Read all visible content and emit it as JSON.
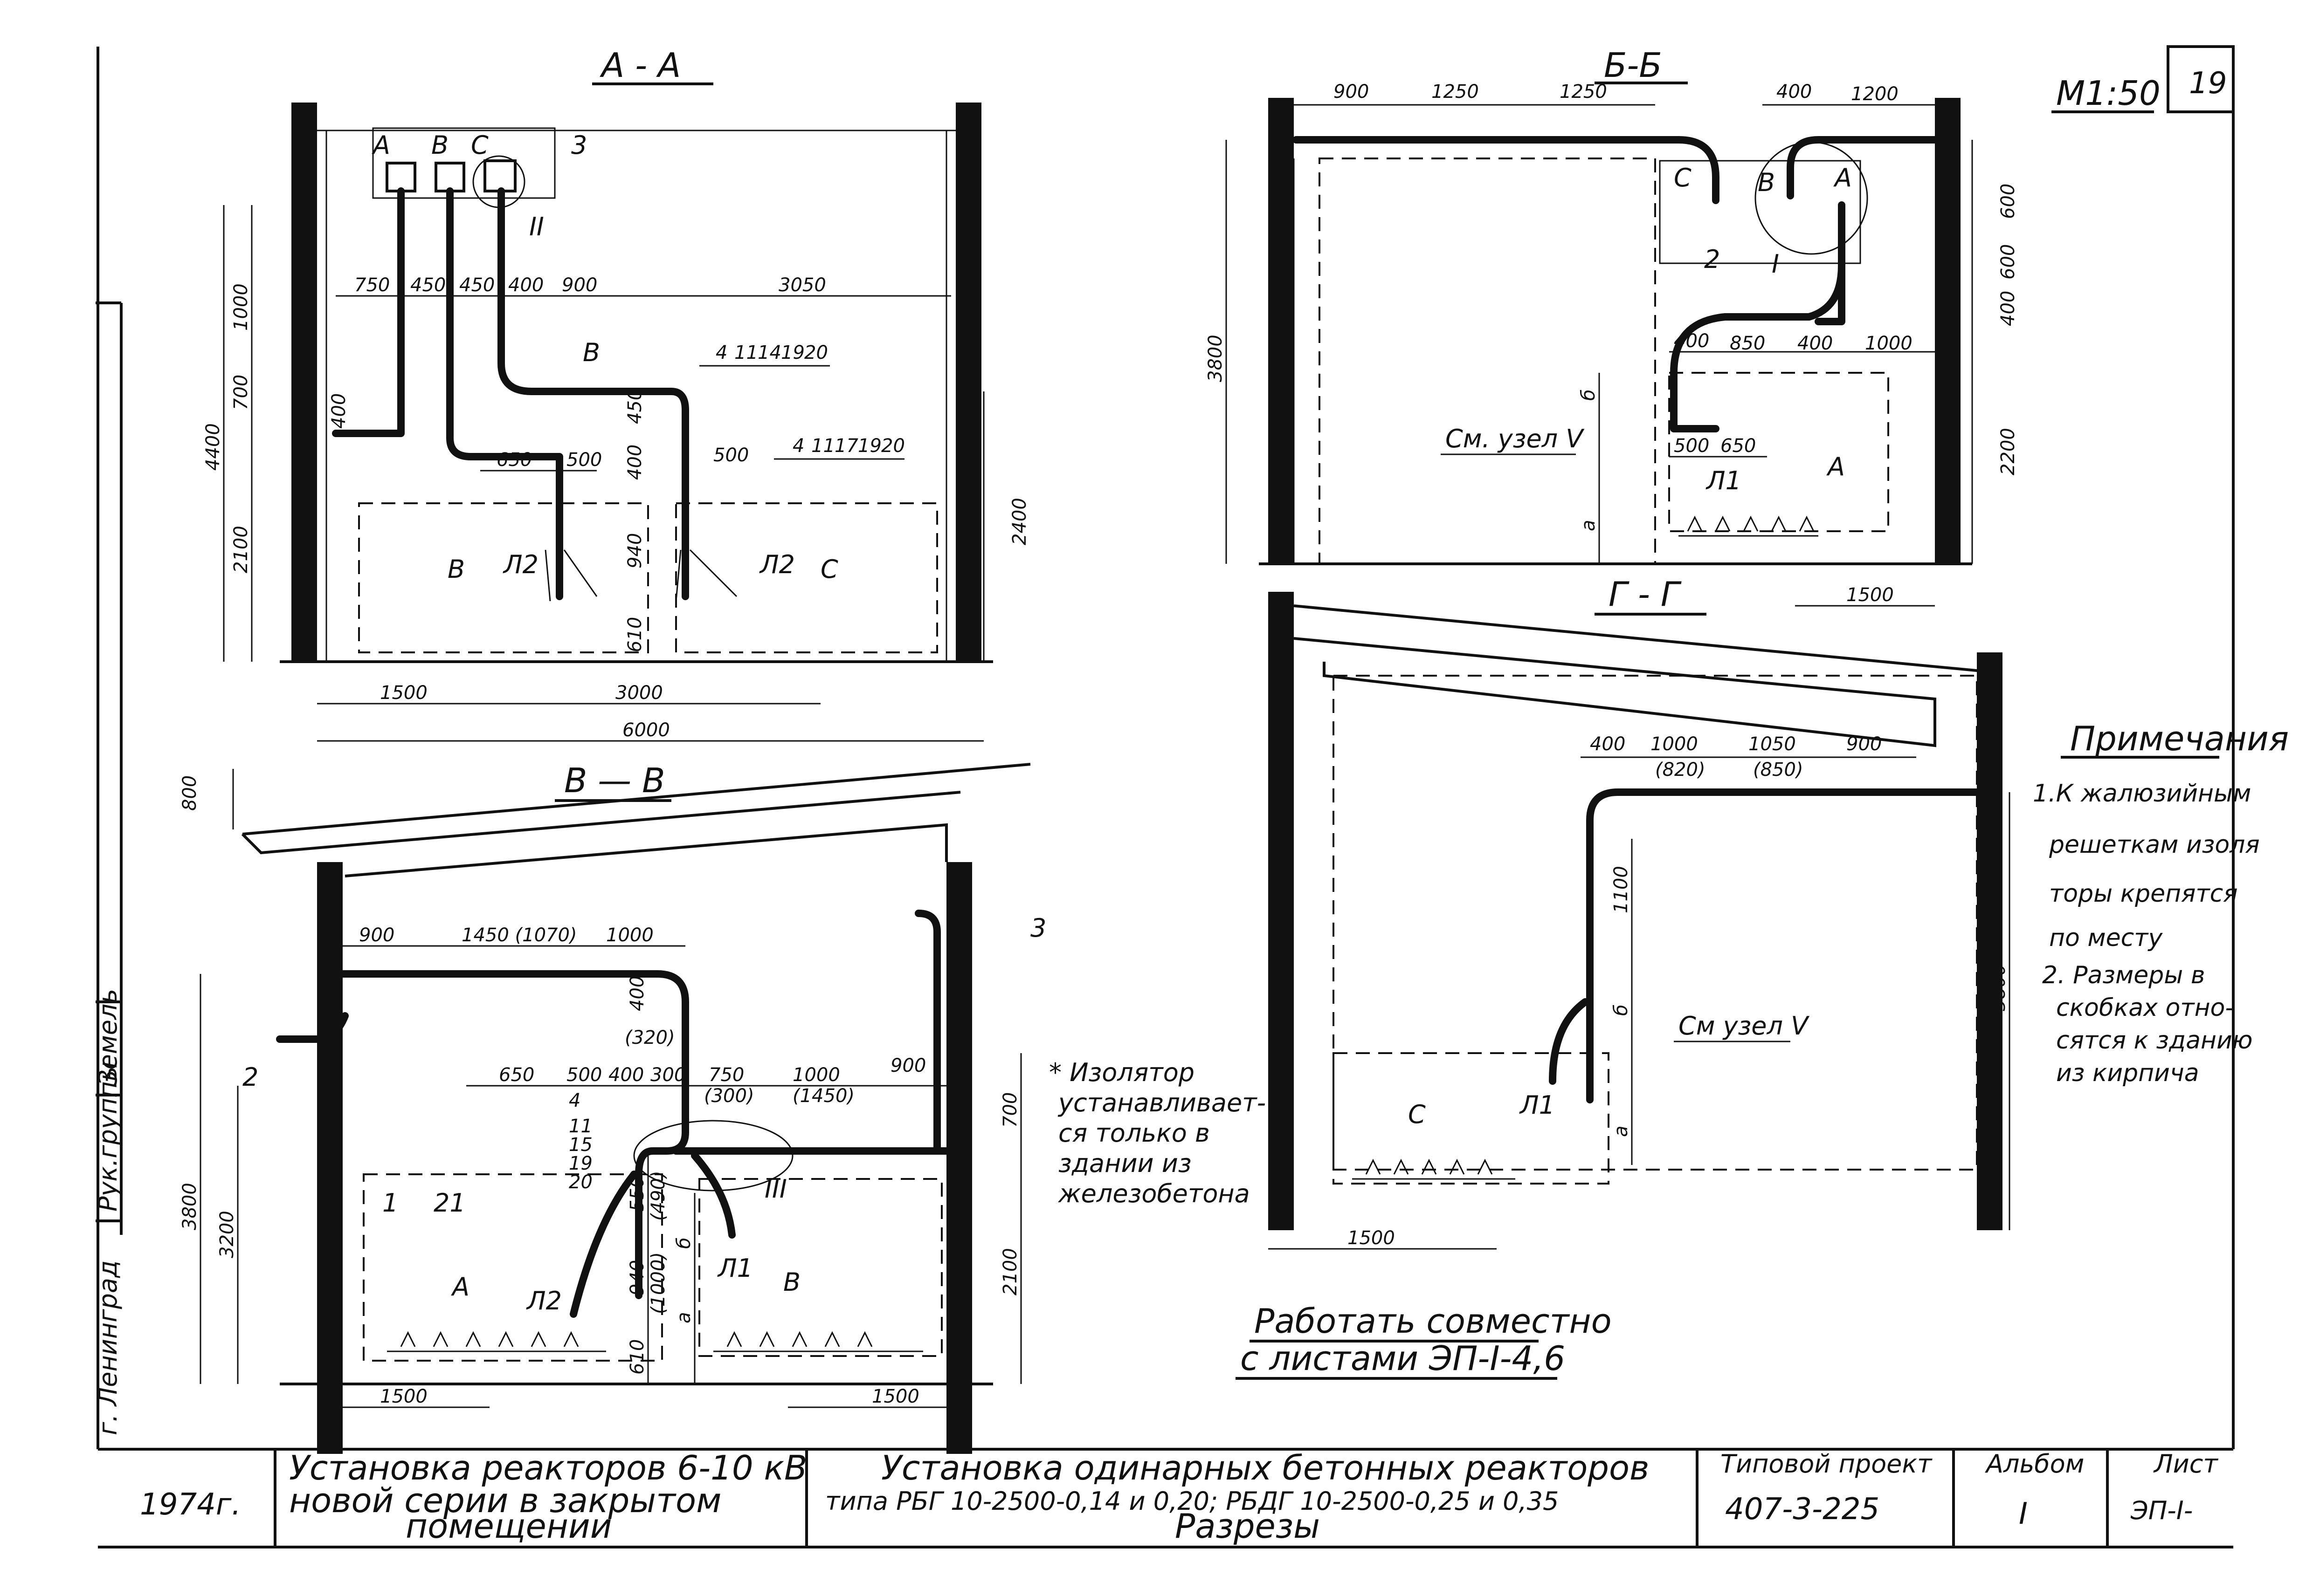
{
  "scale": "М1:50",
  "sheet_corner_number": "19",
  "sections": {
    "aa": {
      "title": "А - А",
      "phases": [
        "А",
        "В",
        "С"
      ],
      "node": "II",
      "pos3": "3",
      "pos_v": "В",
      "dims_top": [
        "750",
        "450",
        "450",
        "400",
        "900",
        "3050"
      ],
      "dims_vert": [
        "1000",
        "700",
        "2100",
        "4400",
        "400"
      ],
      "dims_mid": [
        "650",
        "500",
        "450",
        "400",
        "940",
        "610",
        "500",
        "2400"
      ],
      "dims_bottom": [
        "1500",
        "3000",
        "6000"
      ],
      "labels_left": [
        "В",
        "Л2"
      ],
      "labels_right": [
        "Л2",
        "С"
      ],
      "tags1": [
        "4",
        "11",
        "14",
        "19",
        "20"
      ],
      "tags2": [
        "4",
        "11",
        "17",
        "19",
        "20"
      ]
    },
    "bb": {
      "title": "Б-Б",
      "phases": [
        "С",
        "В",
        "А"
      ],
      "node": "I",
      "pos2": "2",
      "dims_top": [
        "900",
        "1250",
        "1250",
        "400",
        "1200"
      ],
      "dims_right": [
        "600",
        "600",
        "400",
        "2200"
      ],
      "dims_mid": [
        "400",
        "850",
        "400",
        "1000",
        "500",
        "650"
      ],
      "dims_left": [
        "3800",
        "б",
        "а"
      ],
      "node_ref": "См. узел V",
      "labels": [
        "Л1",
        "А"
      ],
      "dim_bottom": "1500"
    },
    "vv": {
      "title": "В — В",
      "pos2": "2",
      "pos3": "3",
      "pos1": "1",
      "pos21": "21",
      "node": "III",
      "dims_top": [
        "900",
        "1450 (1070)",
        "1000"
      ],
      "dims_mid": [
        "400",
        "(320)",
        "650",
        "500",
        "400",
        "300",
        "750",
        "(300)",
        "1000",
        "(1450)",
        "900"
      ],
      "dims_vert_left": [
        "800",
        "3800",
        "3200"
      ],
      "dims_vert_mid": [
        "550",
        "(490)",
        "940",
        "(1000)",
        "610",
        "б",
        "а"
      ],
      "dims_vert_right": [
        "700",
        "2100"
      ],
      "tags": [
        "4",
        "11",
        "15",
        "19",
        "20"
      ],
      "labels": [
        "А",
        "Л2",
        "Л1",
        "В"
      ],
      "dims_bottom": [
        "1500",
        "1500"
      ],
      "insulator_note": [
        "* Изолятор",
        "устанавливает-",
        "ся только в",
        "здании из",
        "железобетона"
      ]
    },
    "gg": {
      "title": "Г - Г",
      "dims_top": [
        "400",
        "1000",
        "1050",
        "900"
      ],
      "dims_top_alt": [
        "(820)",
        "(850)"
      ],
      "dims_vert": [
        "1100",
        "б",
        "а",
        "3800"
      ],
      "node_ref": "См узел V",
      "labels": [
        "С",
        "Л1"
      ],
      "dim_bottom": "1500"
    }
  },
  "notes": {
    "title": "Примечания",
    "lines": [
      "1.К жалюзийным",
      "решеткам изоля",
      "торы крепятся",
      "по месту",
      "2. Размеры в",
      "скобках отно-",
      "сятся к зданию",
      "из кирпича"
    ]
  },
  "work_together": [
    "Работать совместно",
    "с листами ЭП-I-4,6"
  ],
  "side_stamp": [
    "г. Ленинград",
    "Рук.группы",
    "Земель"
  ],
  "title_block": {
    "year": "1974г.",
    "project_name": [
      "Установка реакторов 6-10 кВ",
      "новой серии в закрытом",
      "помещении"
    ],
    "sheet_name": [
      "Установка одинарных бетонных реакторов",
      "типа РБГ 10-2500-0,14 и 0,20; РБДГ 10-2500-0,25 и 0,35",
      "Разрезы"
    ],
    "typical_project_label": "Типовой проект",
    "typical_project_value": "407-3-225",
    "album_label": "Альбом",
    "album_value": "I",
    "sheet_label": "Лист",
    "sheet_value": "ЭП-I-"
  }
}
